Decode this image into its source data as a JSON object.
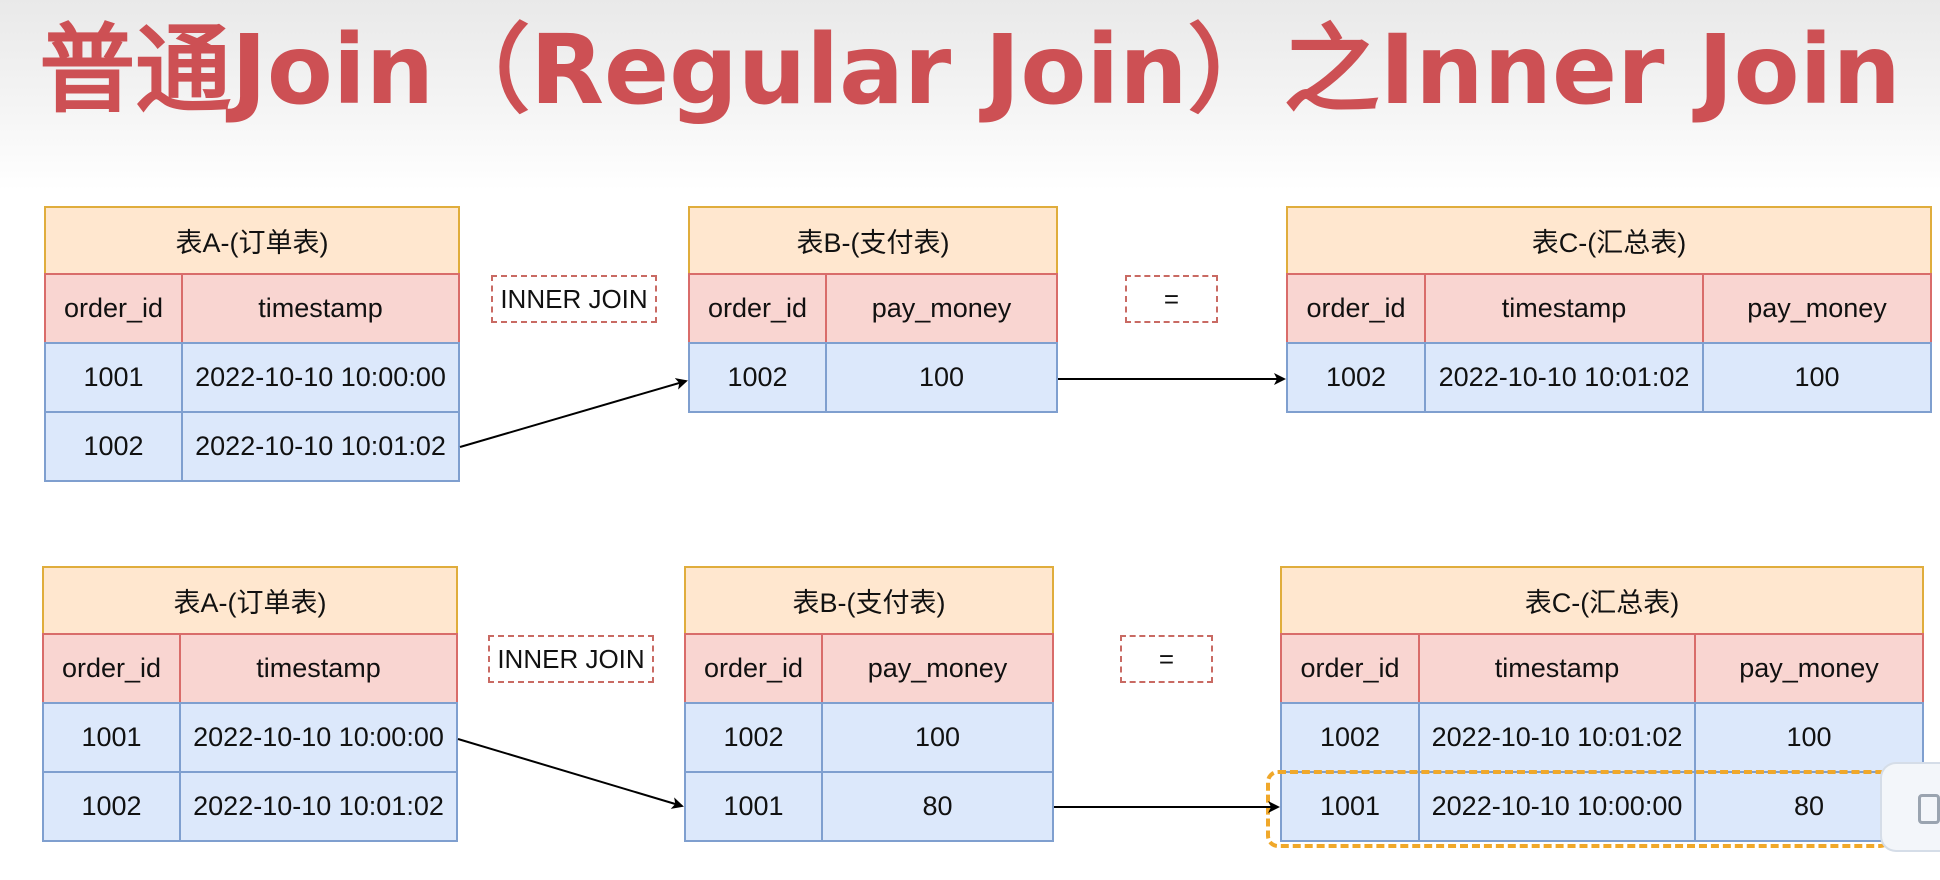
{
  "title": "普通Join（Regular Join）之Inner Join",
  "diagrams": [
    {
      "table_a": {
        "title": "表A-(订单表)",
        "columns": [
          "order_id",
          "timestamp"
        ],
        "rows": [
          [
            "1001",
            "2022-10-10 10:00:00"
          ],
          [
            "1002",
            "2022-10-10 10:01:02"
          ]
        ]
      },
      "join_label": "INNER JOIN",
      "table_b": {
        "title": "表B-(支付表)",
        "columns": [
          "order_id",
          "pay_money"
        ],
        "rows": [
          [
            "1002",
            "100"
          ]
        ]
      },
      "equals_label": "=",
      "table_c": {
        "title": "表C-(汇总表)",
        "columns": [
          "order_id",
          "timestamp",
          "pay_money"
        ],
        "rows": [
          [
            "1002",
            "2022-10-10 10:01:02",
            "100"
          ]
        ]
      }
    },
    {
      "table_a": {
        "title": "表A-(订单表)",
        "columns": [
          "order_id",
          "timestamp"
        ],
        "rows": [
          [
            "1001",
            "2022-10-10 10:00:00"
          ],
          [
            "1002",
            "2022-10-10 10:01:02"
          ]
        ]
      },
      "join_label": "INNER JOIN",
      "table_b": {
        "title": "表B-(支付表)",
        "columns": [
          "order_id",
          "pay_money"
        ],
        "rows": [
          [
            "1002",
            "100"
          ],
          [
            "1001",
            "80"
          ]
        ]
      },
      "equals_label": "=",
      "table_c": {
        "title": "表C-(汇总表)",
        "columns": [
          "order_id",
          "timestamp",
          "pay_money"
        ],
        "rows": [
          [
            "1002",
            "2022-10-10 10:01:02",
            "100"
          ],
          [
            "1001",
            "2022-10-10 10:00:00",
            "80"
          ]
        ]
      }
    }
  ],
  "colors": {
    "title": "#cd5054",
    "table_title_fill": "#ffe7cf",
    "table_title_border": "#e0ad3c",
    "column_header_fill": "#f9d5d1",
    "column_header_border": "#d96c6a",
    "data_fill": "#dce8fb",
    "data_border": "#7f9fcf",
    "highlight": "#f0a82a",
    "arrow": "#000000"
  }
}
